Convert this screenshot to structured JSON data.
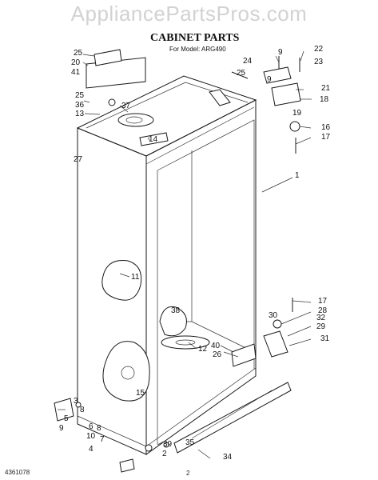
{
  "watermark": "AppliancePartsPros.com",
  "title": "CABINET PARTS",
  "subtitle": "For Model: ARG490",
  "doc_number": "4361078",
  "page_number": "2",
  "callouts": [
    {
      "id": "c25a",
      "text": "25"
    },
    {
      "id": "c20",
      "text": "20"
    },
    {
      "id": "c41",
      "text": "41"
    },
    {
      "id": "c25b",
      "text": "25"
    },
    {
      "id": "c36",
      "text": "36"
    },
    {
      "id": "c13",
      "text": "13"
    },
    {
      "id": "c37",
      "text": "37"
    },
    {
      "id": "c27",
      "text": "27"
    },
    {
      "id": "c14",
      "text": "14"
    },
    {
      "id": "c9a",
      "text": "9"
    },
    {
      "id": "c22",
      "text": "22"
    },
    {
      "id": "c24",
      "text": "24"
    },
    {
      "id": "c23",
      "text": "23"
    },
    {
      "id": "c25c",
      "text": "25"
    },
    {
      "id": "c9b",
      "text": "9"
    },
    {
      "id": "c21",
      "text": "21"
    },
    {
      "id": "c18",
      "text": "18"
    },
    {
      "id": "c19",
      "text": "19"
    },
    {
      "id": "c16",
      "text": "16"
    },
    {
      "id": "c17a",
      "text": "17"
    },
    {
      "id": "c1",
      "text": "1"
    },
    {
      "id": "c11",
      "text": "11"
    },
    {
      "id": "c17b",
      "text": "17"
    },
    {
      "id": "c38",
      "text": "38"
    },
    {
      "id": "c28",
      "text": "28"
    },
    {
      "id": "c30",
      "text": "30"
    },
    {
      "id": "c32",
      "text": "32"
    },
    {
      "id": "c29",
      "text": "29"
    },
    {
      "id": "c31",
      "text": "31"
    },
    {
      "id": "c12",
      "text": "12"
    },
    {
      "id": "c40",
      "text": "40"
    },
    {
      "id": "c26",
      "text": "26"
    },
    {
      "id": "c15",
      "text": "15"
    },
    {
      "id": "c3",
      "text": "3"
    },
    {
      "id": "c8a",
      "text": "8"
    },
    {
      "id": "c5",
      "text": "5"
    },
    {
      "id": "c9c",
      "text": "9"
    },
    {
      "id": "c6",
      "text": "6"
    },
    {
      "id": "c8b",
      "text": "8"
    },
    {
      "id": "c10",
      "text": "10"
    },
    {
      "id": "c7",
      "text": "7"
    },
    {
      "id": "c4",
      "text": "4"
    },
    {
      "id": "c35",
      "text": "35"
    },
    {
      "id": "c39",
      "text": "39"
    },
    {
      "id": "c2",
      "text": "2"
    },
    {
      "id": "c34",
      "text": "34"
    }
  ]
}
